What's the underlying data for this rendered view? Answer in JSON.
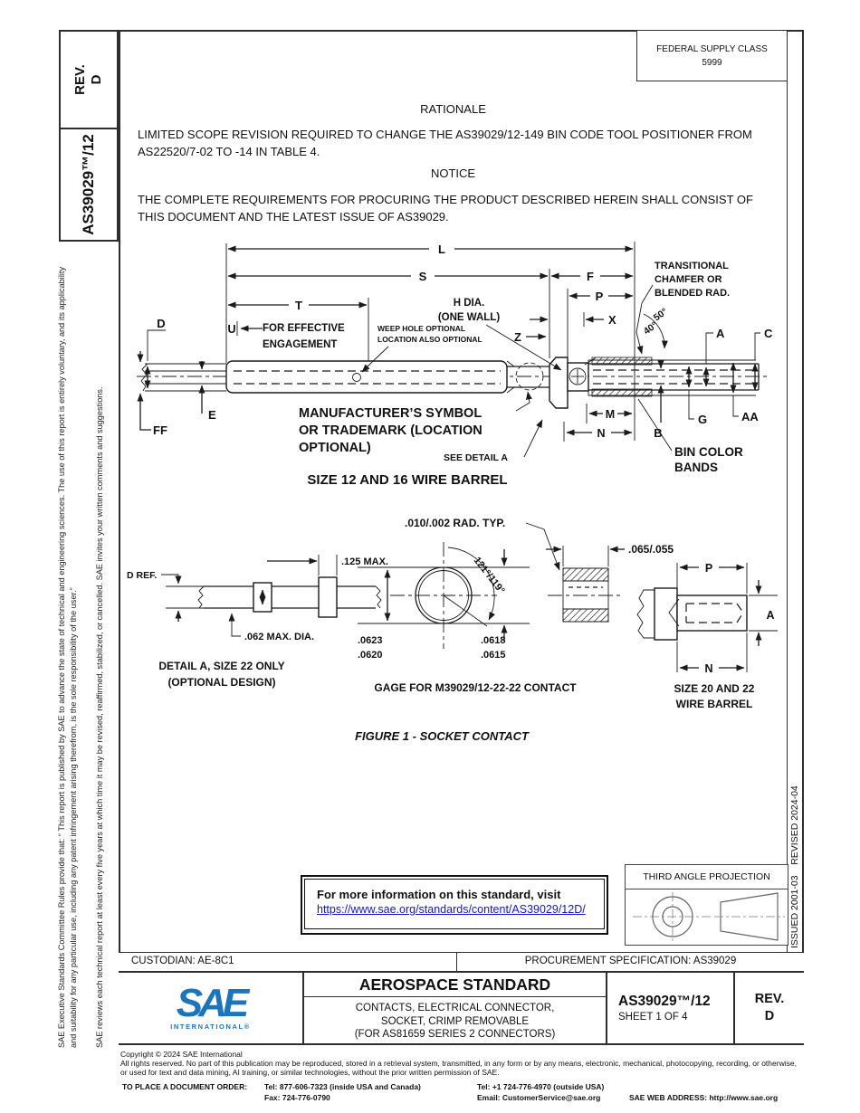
{
  "colors": {
    "link_blue": "#1515d0",
    "sae_blue": "#1b75bc",
    "ink": "#111111"
  },
  "tabs": {
    "rev_label": "REV.",
    "rev_value": "D",
    "doc_number": "AS39029™/12"
  },
  "fsc": {
    "line1": "FEDERAL SUPPLY CLASS",
    "line2": "5999"
  },
  "sidebar_left": {
    "disclaimer": "SAE Executive Standards Committee Rules provide that: “ This report is published by SAE to advance the state of technical and engineering sciences. The use of this report is entirely voluntary, and its applicability and suitability for any particular use, including any patent infringement arising therefrom, is the sole responsibility of the user.”",
    "review_note": "SAE reviews each technical report at least every five years at which time it may be revised, reaffirmed, stabilized, or cancelled. SAE invites your written comments and suggestions."
  },
  "sidebar_right": {
    "issued_revised": "ISSUED 2001-03    REVISED 2024-04"
  },
  "body_text": {
    "rationale_heading": "RATIONALE",
    "rationale": "LIMITED SCOPE REVISION REQUIRED TO CHANGE THE AS39029/12-149 BIN CODE TOOL POSITIONER FROM AS22520/7-02 TO -14 IN TABLE 4.",
    "notice_heading": "NOTICE",
    "notice": "THE COMPLETE REQUIREMENTS FOR PROCURING THE PRODUCT DESCRIBED HEREIN SHALL CONSIST OF THIS DOCUMENT AND THE LATEST ISSUE OF AS39029."
  },
  "figure": {
    "caption": "FIGURE 1 - SOCKET CONTACT",
    "labels": {
      "l": "L",
      "s": "S",
      "t": "T",
      "f": "F",
      "p": "P",
      "x": "X",
      "z": "Z",
      "u": "U",
      "d": "D",
      "e": "E",
      "ff": "FF",
      "a": "A",
      "b": "B",
      "c": "C",
      "g": "G",
      "aa": "AA",
      "m": "M",
      "n": "N"
    },
    "annotations": {
      "for_effective_1": "FOR EFFECTIVE",
      "for_effective_2": "ENGAGEMENT",
      "weep_1": "WEEP HOLE OPTIONAL",
      "weep_2": "LOCATION ALSO OPTIONAL",
      "h_dia_1": "H DIA.",
      "h_dia_2": "(ONE WALL)",
      "chamfer_1": "TRANSITIONAL",
      "chamfer_2": "CHAMFER OR",
      "chamfer_3": "BLENDED RAD.",
      "angle_50": "50°",
      "angle_40": "40°",
      "mfr_1": "MANUFACTURER’S SYMBOL",
      "mfr_2": "OR TRADEMARK (LOCATION",
      "mfr_3": "OPTIONAL)",
      "see_detail": "SEE DETAIL A",
      "size_12_16": "SIZE 12 AND 16 WIRE BARREL",
      "bin_1": "BIN COLOR",
      "bin_2": "BANDS"
    },
    "detail_a": {
      "d_ref": "D REF.",
      "max125": ".125 MAX.",
      "max062": ".062 MAX. DIA.",
      "caption1": "DETAIL A, SIZE 22 ONLY",
      "caption2": "(OPTIONAL DESIGN)"
    },
    "gage": {
      "rad_typ": ".010/.002 RAD. TYP.",
      "angle": "121°/119°",
      "v1": ".0623",
      "v2": ".0620",
      "v3": ".0618",
      "v4": ".0615",
      "caption": "GAGE FOR M39029/12-22-22 CONTACT"
    },
    "section": {
      "dim": ".065/.055"
    },
    "barrel_20_22": {
      "caption1": "SIZE 20 AND 22",
      "caption2": "WIRE BARREL"
    }
  },
  "info_box": {
    "line1": "For more information on this standard, visit",
    "link": "https://www.sae.org/standards/content/AS39029/12D/"
  },
  "projection": {
    "title": "THIRD ANGLE PROJECTION"
  },
  "custodian_row": {
    "custodian": "CUSTODIAN: AE-8C1",
    "procurement": "PROCUREMENT SPECIFICATION: AS39029"
  },
  "title_block": {
    "logo_text": "SAE",
    "logo_sub": "INTERNATIONAL®",
    "standard_type": "AEROSPACE STANDARD",
    "title_1": "CONTACTS, ELECTRICAL CONNECTOR,",
    "title_2": "SOCKET, CRIMP REMOVABLE",
    "title_3": "(FOR AS81659 SERIES 2 CONNECTORS)",
    "doc_number": "AS39029™/12",
    "sheet": "SHEET 1 OF 4",
    "rev_label": "REV.",
    "rev_value": "D"
  },
  "footer": {
    "copyright": "Copyright © 2024 SAE International",
    "rights": "All rights reserved. No part of this publication may be reproduced, stored in a retrieval system, transmitted, in any form or by any means, electronic, mechanical, photocopying, recording, or otherwise, or used for text and data mining, AI training, or similar technologies, without the prior written permission of SAE.",
    "order_label": "TO PLACE A DOCUMENT ORDER:",
    "tel1": "Tel: 877-606-7323 (inside USA and Canada)",
    "tel2": "Tel: +1 724-776-4970 (outside USA)",
    "fax": "Fax: 724-776-0790",
    "email": "Email: CustomerService@sae.org",
    "web": "SAE WEB ADDRESS: http://www.sae.org"
  }
}
